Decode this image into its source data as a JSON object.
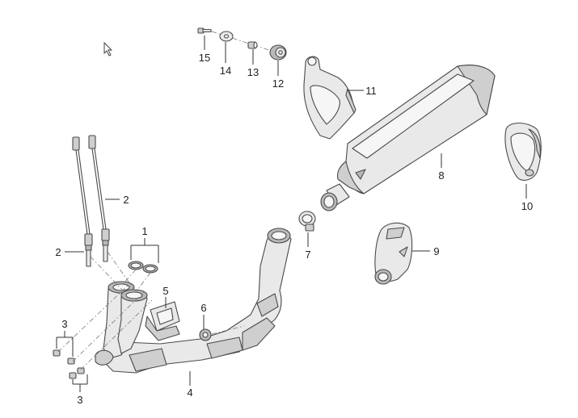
{
  "diagram": {
    "callouts": {
      "c1": "1",
      "c2a": "2",
      "c2b": "2",
      "c3a": "3",
      "c3b": "3",
      "c4": "4",
      "c5": "5",
      "c6": "6",
      "c7": "7",
      "c8": "8",
      "c9": "9",
      "c10": "10",
      "c11": "11",
      "c12": "12",
      "c13": "13",
      "c14": "14",
      "c15": "15"
    },
    "icons": {
      "cursor": "mouse-pointer-icon"
    }
  }
}
